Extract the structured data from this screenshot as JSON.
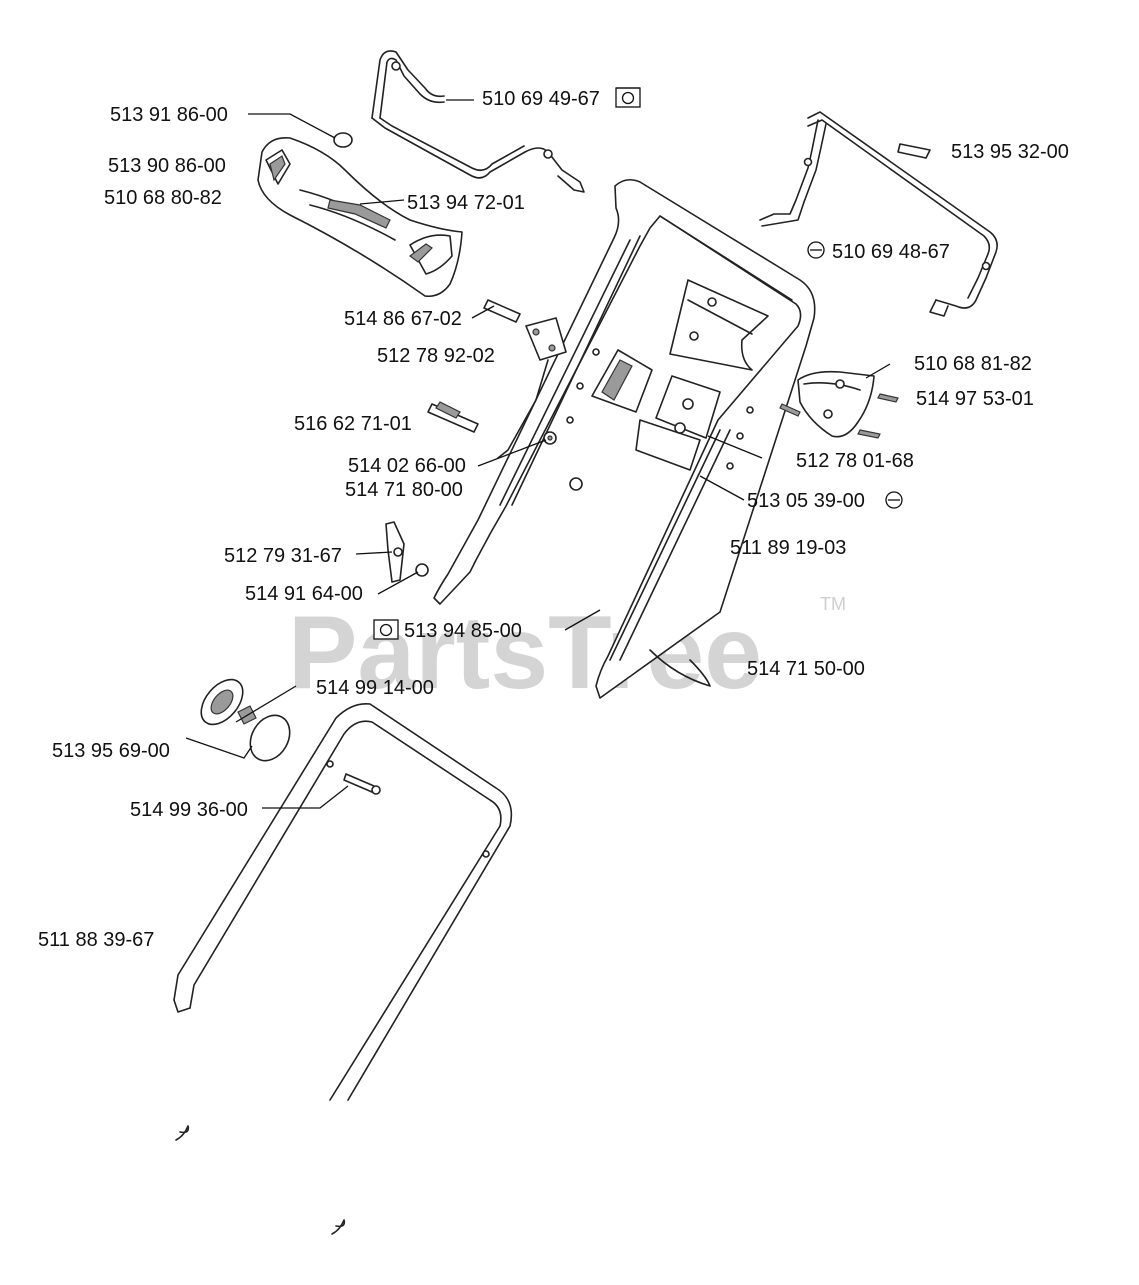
{
  "diagram": {
    "watermark": "PartsTree",
    "trademark": "TM",
    "labels": [
      {
        "id": "p1",
        "text": "513 91 86-00"
      },
      {
        "id": "p2",
        "text": "513 90 86-00"
      },
      {
        "id": "p3",
        "text": "510 68 80-82"
      },
      {
        "id": "p4",
        "text": "513 94 72-01"
      },
      {
        "id": "p5",
        "text": "510 69 49-67"
      },
      {
        "id": "p6",
        "text": "513 95 32-00"
      },
      {
        "id": "p7",
        "text": "510 69 48-67"
      },
      {
        "id": "p8",
        "text": "514 86 67-02"
      },
      {
        "id": "p9",
        "text": "512 78 92-02"
      },
      {
        "id": "p10",
        "text": "510 68 81-82"
      },
      {
        "id": "p11",
        "text": "514 97 53-01"
      },
      {
        "id": "p12",
        "text": "516 62 71-01"
      },
      {
        "id": "p13",
        "text": "512 78 01-68"
      },
      {
        "id": "p14",
        "text": "514 02 66-00"
      },
      {
        "id": "p15",
        "text": "514 71 80-00"
      },
      {
        "id": "p16",
        "text": "513 05 39-00"
      },
      {
        "id": "p17",
        "text": "511 89 19-03"
      },
      {
        "id": "p18",
        "text": "512 79 31-67"
      },
      {
        "id": "p19",
        "text": "514 91 64-00"
      },
      {
        "id": "p20",
        "text": "513 94 85-00"
      },
      {
        "id": "p21",
        "text": "514 71 50-00"
      },
      {
        "id": "p22",
        "text": "514 99 14-00"
      },
      {
        "id": "p23",
        "text": "513 95 69-00"
      },
      {
        "id": "p24",
        "text": "514 99 36-00"
      },
      {
        "id": "p25",
        "text": "511 88 39-67"
      }
    ]
  }
}
